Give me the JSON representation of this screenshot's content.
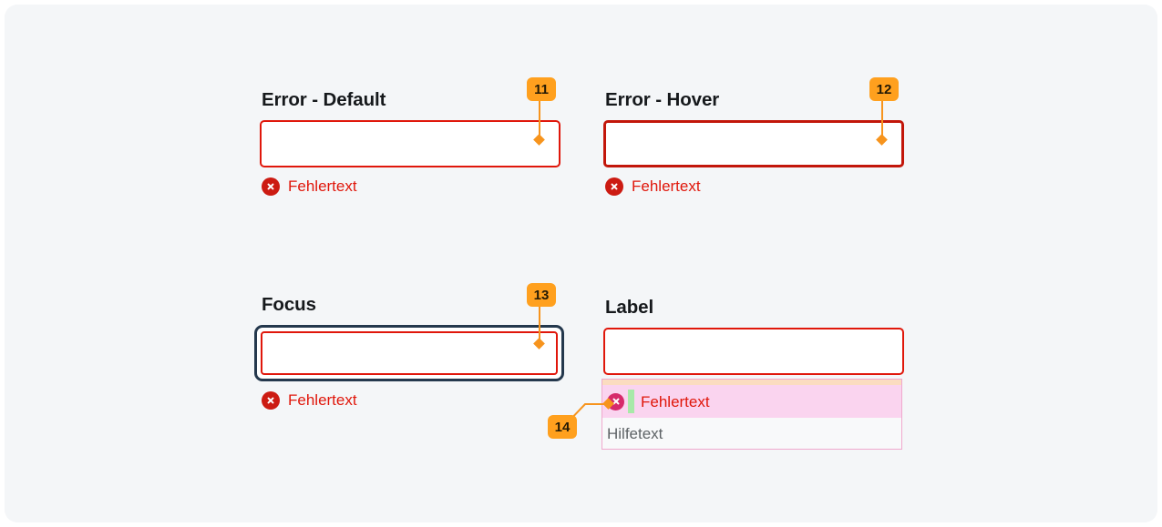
{
  "page": {
    "background": "#f4f6f8",
    "accent_orange": "#ffa01e",
    "error_red": "#e0170b",
    "error_red_hover": "#c2160a",
    "focus_navy": "#24384d"
  },
  "fields": [
    {
      "id": "error-default",
      "heading": "Error - Default",
      "state": "error-default",
      "input_value": "",
      "error_text": "Fehlertext",
      "error_icon": "error-circle-x-icon",
      "badge": "11"
    },
    {
      "id": "error-hover",
      "heading": "Error - Hover",
      "state": "error-hover",
      "input_value": "",
      "error_text": "Fehlertext",
      "error_icon": "error-circle-x-icon",
      "badge": "12"
    },
    {
      "id": "focus",
      "heading": "Focus",
      "state": "focus",
      "input_value": "",
      "error_text": "Fehlertext",
      "error_icon": "error-circle-x-icon",
      "badge": "13"
    },
    {
      "id": "label",
      "heading": "Label",
      "state": "error-default",
      "input_value": "",
      "error_text": "Fehlertext",
      "error_icon": "error-circle-x-icon",
      "help_text": "Hilfetext",
      "badge": "14"
    }
  ]
}
